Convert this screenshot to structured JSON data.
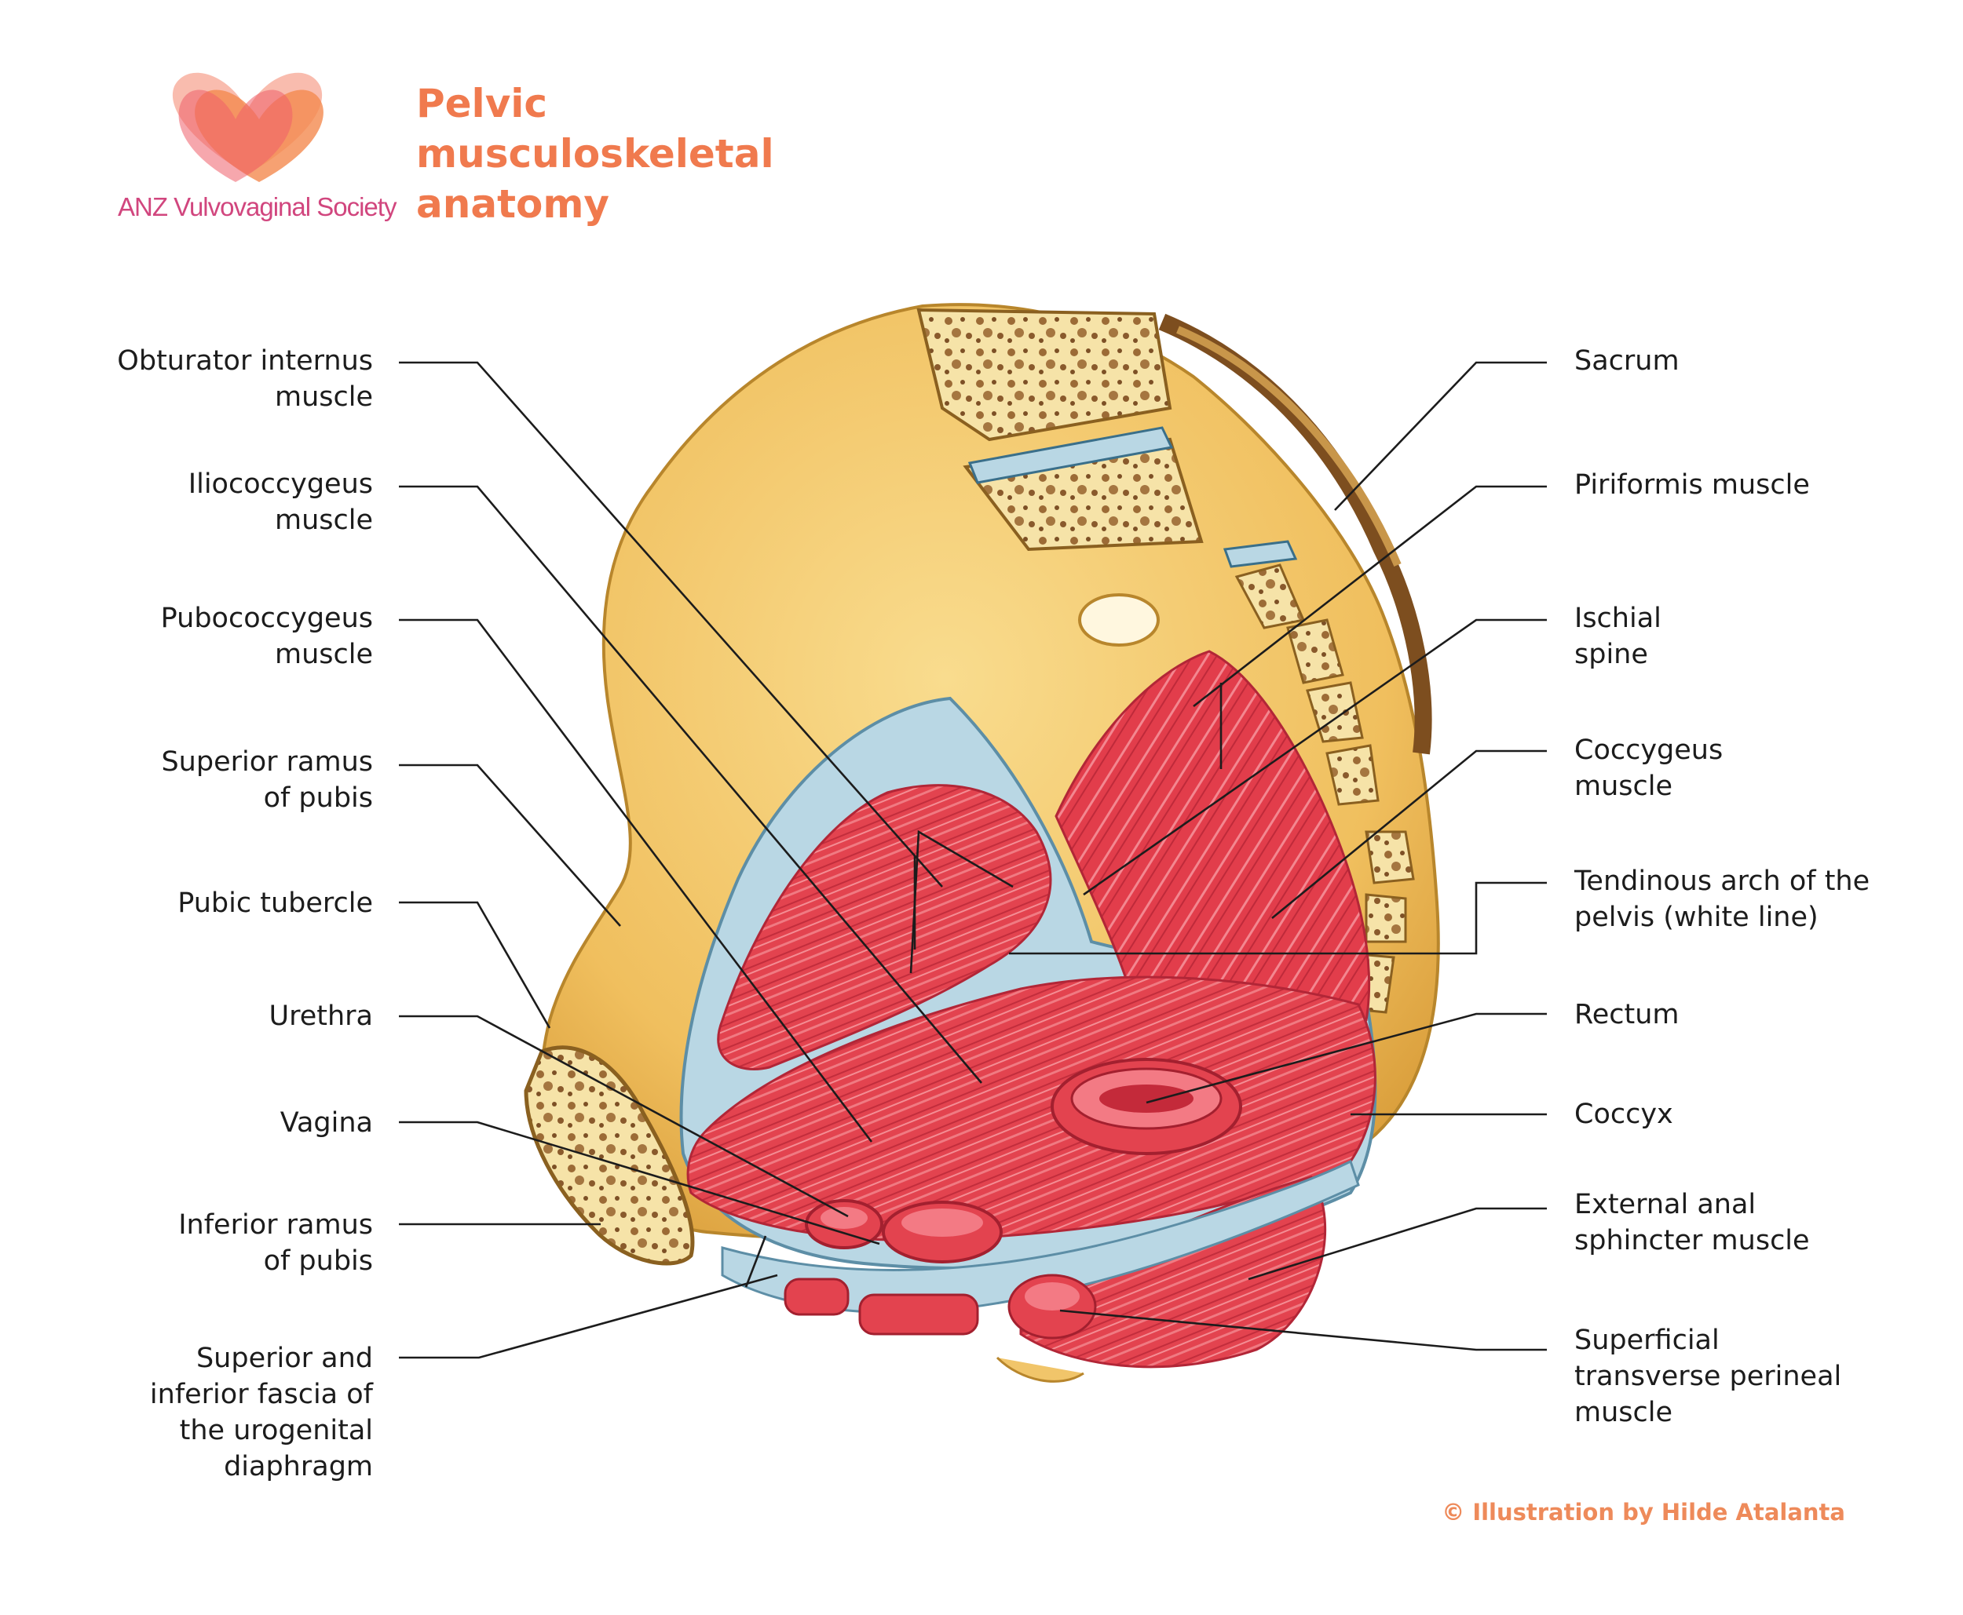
{
  "header": {
    "org_name": "ANZ Vulvovaginal Society",
    "title_lines": [
      "Pelvic",
      "musculoskeletal",
      "anatomy"
    ]
  },
  "labels_left": [
    {
      "name": "obturator-internus-label",
      "lines": [
        "Obturator internus",
        "muscle"
      ]
    },
    {
      "name": "iliococcygeus-label",
      "lines": [
        "Iliococcygeus",
        "muscle"
      ]
    },
    {
      "name": "pubococcygeus-label",
      "lines": [
        "Pubococcygeus",
        "muscle"
      ]
    },
    {
      "name": "superior-ramus-label",
      "lines": [
        "Superior ramus",
        "of pubis"
      ]
    },
    {
      "name": "pubic-tubercle-label",
      "lines": [
        "Pubic tubercle"
      ]
    },
    {
      "name": "urethra-label",
      "lines": [
        "Urethra"
      ]
    },
    {
      "name": "vagina-label",
      "lines": [
        "Vagina"
      ]
    },
    {
      "name": "inferior-ramus-label",
      "lines": [
        "Inferior ramus",
        "of pubis"
      ]
    },
    {
      "name": "urogenital-fascia-label",
      "lines": [
        "Superior and",
        "inferior fascia of",
        "the urogenital",
        "diaphragm"
      ]
    }
  ],
  "labels_right": [
    {
      "name": "sacrum-label",
      "lines": [
        "Sacrum"
      ]
    },
    {
      "name": "piriformis-label",
      "lines": [
        "Piriformis muscle"
      ]
    },
    {
      "name": "ischial-spine-label",
      "lines": [
        "Ischial",
        "spine"
      ]
    },
    {
      "name": "coccygeus-label",
      "lines": [
        "Coccygeus",
        "muscle"
      ]
    },
    {
      "name": "tendinous-arch-label",
      "lines": [
        "Tendinous arch of the",
        "pelvis (white line)"
      ]
    },
    {
      "name": "rectum-label",
      "lines": [
        "Rectum"
      ]
    },
    {
      "name": "coccyx-label",
      "lines": [
        "Coccyx"
      ]
    },
    {
      "name": "external-anal-sphincter-label",
      "lines": [
        "External anal",
        "sphincter muscle"
      ]
    },
    {
      "name": "superficial-transverse-perineal-label",
      "lines": [
        "Superficial",
        "transverse perineal",
        "muscle"
      ]
    }
  ],
  "credit": "© Illustration by Hilde Atalanta",
  "colors": {
    "bone": "#f1c56a",
    "bone_outline": "#b8862c",
    "muscle": "#e0414f",
    "fascia": "#b9d7e4",
    "title": "#f07a4e",
    "org_name": "#d1467e"
  }
}
